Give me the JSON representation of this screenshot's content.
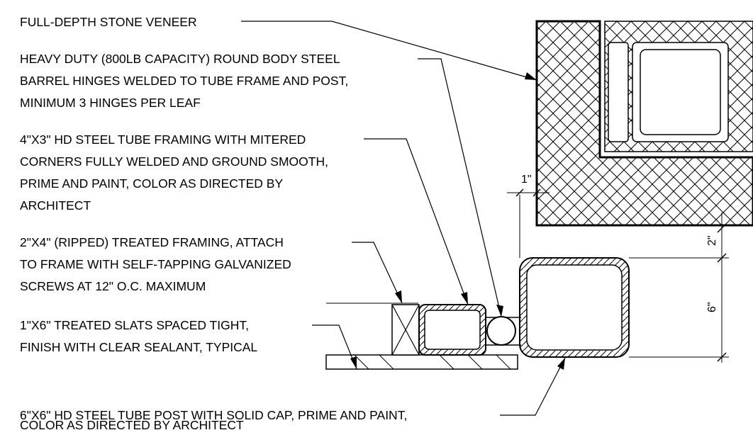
{
  "notes": {
    "veneer": [
      "FULL-DEPTH STONE VENEER"
    ],
    "hinges": [
      "HEAVY DUTY (800LB CAPACITY) ROUND BODY STEEL",
      "BARREL HINGES WELDED TO TUBE FRAME AND POST,",
      "MINIMUM 3 HINGES PER LEAF"
    ],
    "tube_framing": [
      "4\"X3\" HD STEEL TUBE FRAMING WITH MITERED",
      "CORNERS FULLY WELDED AND GROUND SMOOTH,",
      "PRIME AND PAINT, COLOR AS DIRECTED BY",
      "ARCHITECT"
    ],
    "treated_framing": [
      "2\"X4\" (RIPPED) TREATED FRAMING, ATTACH",
      "TO FRAME WITH SELF-TAPPING GALVANIZED",
      "SCREWS AT 12\" O.C. MAXIMUM"
    ],
    "slats": [
      "1\"X6\" TREATED SLATS SPACED TIGHT,",
      "FINISH WITH CLEAR SEALANT, TYPICAL"
    ],
    "post": [
      "6\"X6\" HD STEEL TUBE POST WITH SOLID CAP, PRIME AND PAINT,",
      "COLOR AS DIRECTED BY ARCHITECT"
    ]
  },
  "dimensions": {
    "gap": "1\"",
    "offset": "2\"",
    "post_size": "6\""
  }
}
